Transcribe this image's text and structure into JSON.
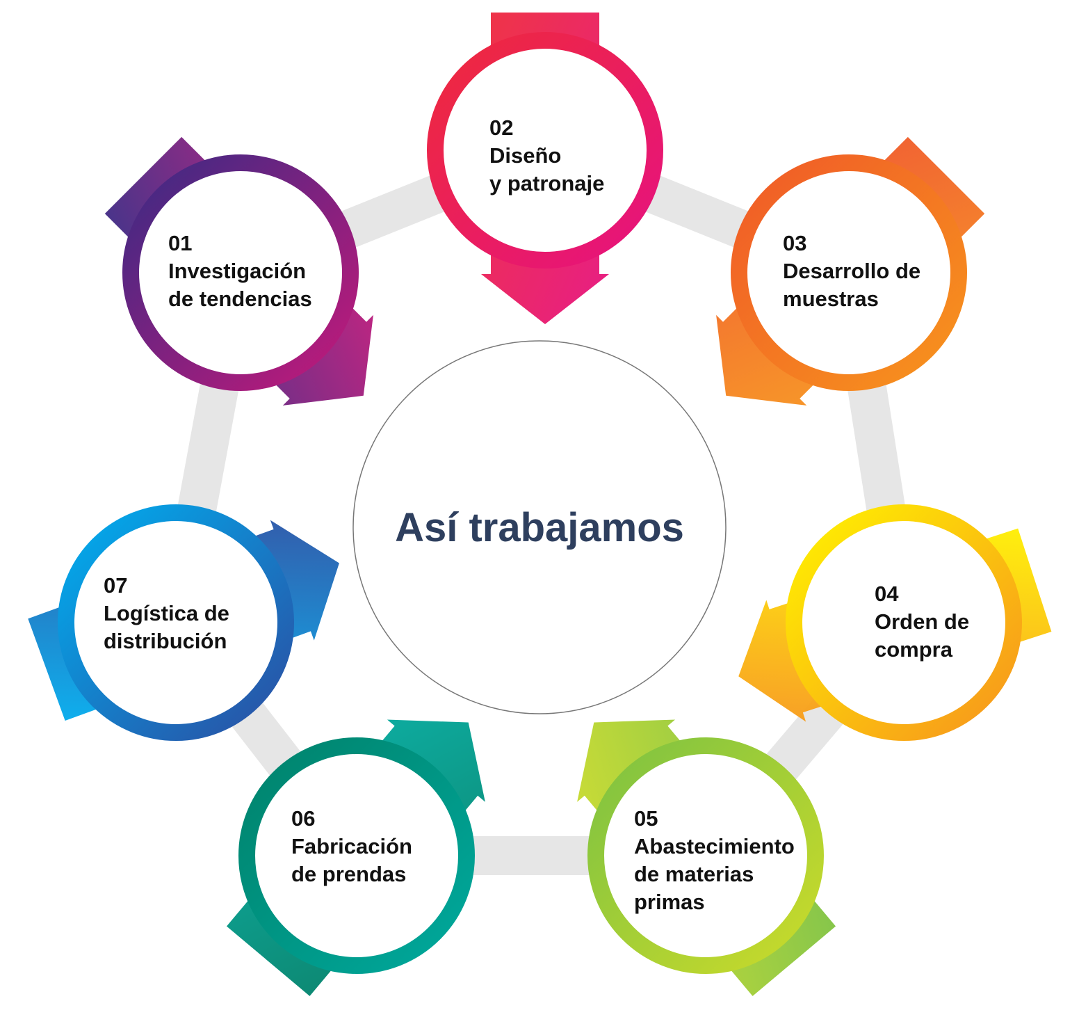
{
  "title": "Así trabajamos",
  "steps": [
    {
      "number": "01",
      "lines": [
        "Investigación",
        "de tendencias"
      ],
      "colors": [
        "#3b2a84",
        "#c2197a"
      ]
    },
    {
      "number": "02",
      "lines": [
        "Diseño",
        "y patronaje"
      ],
      "colors": [
        "#ee2a3c",
        "#e6127f"
      ]
    },
    {
      "number": "03",
      "lines": [
        "Desarrollo de",
        "muestras"
      ],
      "colors": [
        "#f05a28",
        "#f7941d"
      ]
    },
    {
      "number": "04",
      "lines": [
        "Orden de",
        "compra"
      ],
      "colors": [
        "#fff200",
        "#f7941d"
      ]
    },
    {
      "number": "05",
      "lines": [
        "Abastecimiento",
        "de materias",
        "primas"
      ],
      "colors": [
        "#7dc242",
        "#cbdb2a"
      ]
    },
    {
      "number": "06",
      "lines": [
        "Fabricación",
        "de prendas"
      ],
      "colors": [
        "#00826b",
        "#00a99d"
      ]
    },
    {
      "number": "07",
      "lines": [
        "Logística de",
        "distribución"
      ],
      "colors": [
        "#00aeef",
        "#2b4ea2"
      ]
    }
  ]
}
